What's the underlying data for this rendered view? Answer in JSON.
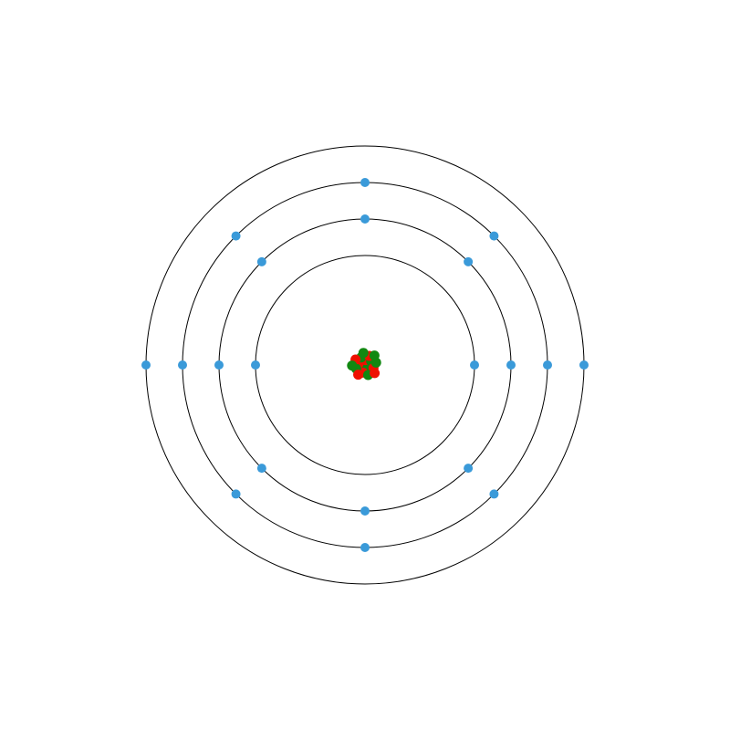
{
  "diagram": {
    "type": "bohr-atom-model",
    "colors": {
      "background": "#ffffff",
      "orbit": "#000000",
      "electron": "#3a9ad9",
      "proton": "#ee1100",
      "neutron": "#118811"
    },
    "nucleus": {
      "protons": 9,
      "neutrons": 10
    },
    "shells": [
      {
        "electrons": 2
      },
      {
        "electrons": 8
      },
      {
        "electrons": 8
      },
      {
        "electrons": 2
      }
    ]
  }
}
